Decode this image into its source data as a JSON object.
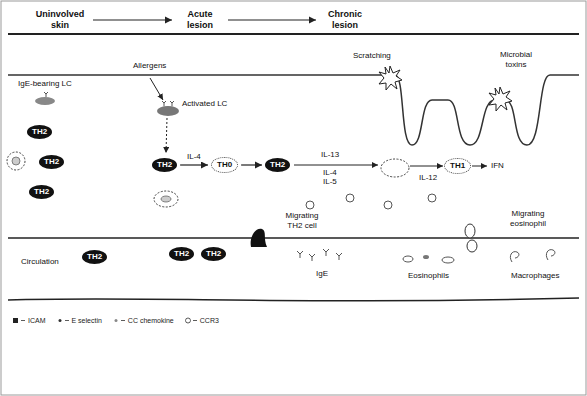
{
  "diagram": {
    "nodes": [
      {
        "text": [
          "Uninvolved skin"
        ]
      },
      {
        "text": [
          "Acute lesion"
        ]
      },
      {
        "text": [
          "Chronic lesion"
        ]
      },
      {
        "text": [
          "TH2"
        ]
      },
      {
        "text": [
          "TH2"
        ]
      },
      {
        "text": [
          "TH2"
        ]
      },
      {
        "text": [
          "TH2"
        ]
      },
      {
        "text": [
          "TH0"
        ]
      },
      {
        "text": [
          "TH2"
        ]
      },
      {
        "text": [
          "TH1"
        ]
      },
      {
        "text": [
          "TH2"
        ]
      },
      {
        "text": [
          "TH2"
        ]
      },
      {
        "text": [
          "TH2"
        ]
      }
    ],
    "edges": [
      {
        "from": 0,
        "to": 1,
        "arrow": "to"
      },
      {
        "from": 1,
        "to": 2,
        "arrow": "to"
      },
      {
        "from": 6,
        "to": 7,
        "label": "IL-4",
        "arrow": "to"
      },
      {
        "from": 7,
        "to": 8,
        "arrow": "to"
      }
    ],
    "labels": [
      "Allergens",
      "IgE-bearing LC",
      "Activated LC",
      "Scratching",
      "Microbial toxins",
      "IL-13",
      "IL-4",
      "IL-5",
      "IL-12",
      "IFN",
      "Migrating TH2 cell",
      "Migrating eosinophil",
      "Circulation",
      "IgE",
      "Eosinophils",
      "Macrophages"
    ],
    "legend": [
      {
        "text": "ICAM"
      },
      {
        "text": "E selectin"
      },
      {
        "text": "CC chemokine"
      },
      {
        "text": "CCR3"
      }
    ]
  }
}
